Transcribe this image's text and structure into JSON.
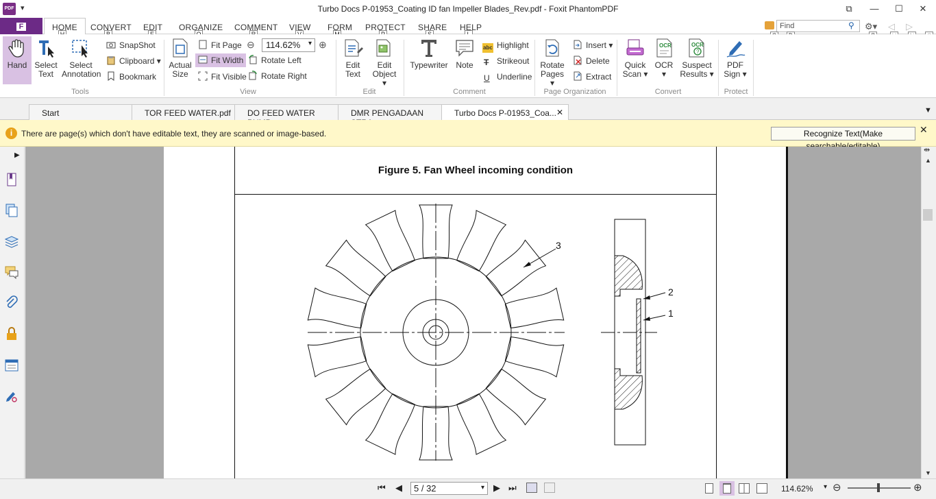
{
  "app": {
    "title": "Turbo Docs P-01953_Coating ID fan Impeller Blades_Rev.pdf - Foxit PhantomPDF",
    "icon_text": "PDF",
    "window_controls": [
      "restore-down-icon",
      "minimize-icon",
      "maximize-icon",
      "close-icon"
    ]
  },
  "ribbon_tabs": [
    {
      "label": "F",
      "key": ""
    },
    {
      "label": "HOME",
      "key": "H"
    },
    {
      "label": "CONVERT",
      "key": "B"
    },
    {
      "label": "EDIT",
      "key": "E"
    },
    {
      "label": "ORGANIZE",
      "key": "O"
    },
    {
      "label": "COMMENT",
      "key": "R"
    },
    {
      "label": "VIEW",
      "key": "V"
    },
    {
      "label": "FORM",
      "key": "M"
    },
    {
      "label": "PROTECT",
      "key": "P"
    },
    {
      "label": "SHARE",
      "key": "S"
    },
    {
      "label": "HELP",
      "key": "L"
    }
  ],
  "search": {
    "placeholder": "Find",
    "keytips": [
      "Q",
      "D",
      "G",
      "U",
      "N",
      "C"
    ]
  },
  "groups": {
    "tools": "Tools",
    "view": "View",
    "edit": "Edit",
    "comment": "Comment",
    "page_org": "Page Organization",
    "convert": "Convert",
    "protect": "Protect"
  },
  "buttons": {
    "hand": "Hand",
    "select_text_1": "Select",
    "select_text_2": "Text",
    "select_annot_1": "Select",
    "select_annot_2": "Annotation",
    "snapshot": "SnapShot",
    "clipboard": "Clipboard",
    "bookmark": "Bookmark",
    "actual_size_1": "Actual",
    "actual_size_2": "Size",
    "fit_page": "Fit Page",
    "fit_width": "Fit Width",
    "fit_visible": "Fit Visible",
    "zoom_value": "114.62%",
    "rotate_left": "Rotate Left",
    "rotate_right": "Rotate Right",
    "edit_text_1": "Edit",
    "edit_text_2": "Text",
    "edit_object_1": "Edit",
    "edit_object_2": "Object",
    "typewriter": "Typewriter",
    "note": "Note",
    "highlight": "Highlight",
    "strikeout": "Strikeout",
    "underline": "Underline",
    "rotate_pages_1": "Rotate",
    "rotate_pages_2": "Pages",
    "insert": "Insert",
    "delete": "Delete",
    "extract": "Extract",
    "quick_scan_1": "Quick",
    "quick_scan_2": "Scan",
    "ocr": "OCR",
    "suspect_1": "Suspect",
    "suspect_2": "Results",
    "pdf_sign_1": "PDF",
    "pdf_sign_2": "Sign"
  },
  "doc_tabs": [
    {
      "label": "Start",
      "active": false
    },
    {
      "label": "TOR FEED WATER.pdf",
      "active": false
    },
    {
      "label": "DO FEED WATER PUMP ...",
      "active": false
    },
    {
      "label": "DMR PENGADAAN STRA...",
      "active": false
    },
    {
      "label": "Turbo Docs P-01953_Coa...",
      "active": true
    }
  ],
  "notification": {
    "text": "There are page(s) which don't have editable text, they are scanned or image-based.",
    "button": "Recognize Text(Make searchable/editable)"
  },
  "document": {
    "figure_title": "Figure 5. Fan Wheel incoming condition",
    "labels": [
      "3",
      "2",
      "1"
    ]
  },
  "status": {
    "page": "5 / 32",
    "zoom": "114.62%"
  },
  "colors": {
    "accent": "#6c2a86",
    "highlight": "#d9c1e3",
    "notify_bg": "#fff8c9"
  }
}
